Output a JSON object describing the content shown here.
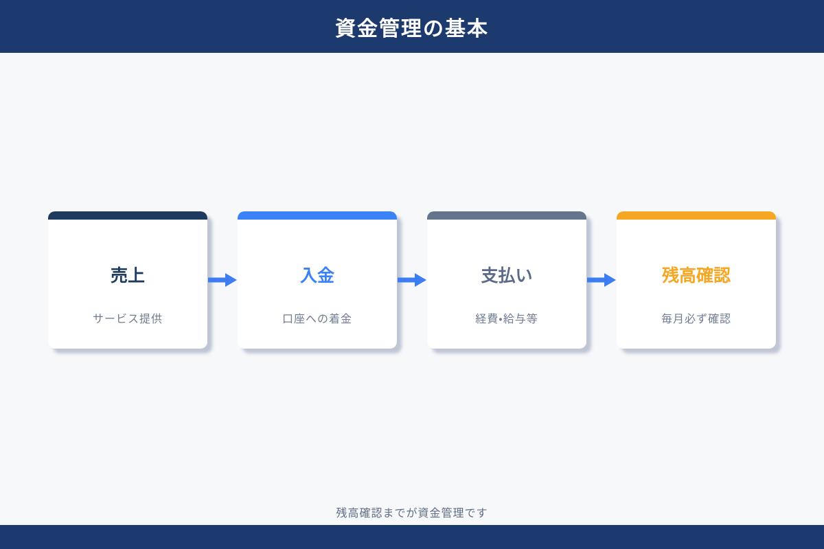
{
  "header": {
    "title": "資金管理の基本",
    "bar_color": "#1d3a6e"
  },
  "flow": {
    "arrow_color": "#3c7ef2",
    "cards": [
      {
        "title": "売上",
        "subtitle": "サービス提供",
        "accent": "#1e3a5f",
        "title_color": "#1e3a5f"
      },
      {
        "title": "入金",
        "subtitle": "口座への着金",
        "accent": "#3b82f6",
        "title_color": "#3b82f6"
      },
      {
        "title": "支払い",
        "subtitle": "経費・給与等",
        "accent": "#64748b",
        "title_color": "#5b6b87"
      },
      {
        "title": "残高確認",
        "subtitle": "毎月必ず確認",
        "accent": "#f5a623",
        "title_color": "#f5a623"
      }
    ]
  },
  "footer": {
    "note": "残高確認までが資金管理です",
    "bar_color": "#1d3a6e"
  }
}
